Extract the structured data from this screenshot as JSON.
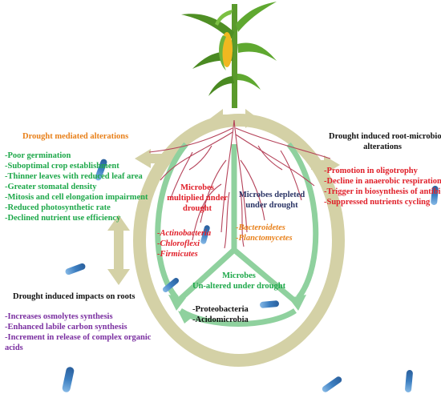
{
  "left_alterations": {
    "title": "Drought mediated alterations",
    "items": [
      "-Poor germination",
      "-Suboptimal crop establishment",
      "-Thinner leaves with reduced leaf area",
      "-Greater stomatal density",
      "-Mitosis and cell elongation impairment",
      "-Reduced photosynthetic rate",
      "-Declined nutrient use efficiency"
    ]
  },
  "root_impacts": {
    "title": "Drought induced impacts on roots",
    "items": [
      "-Increases osmolytes synthesis",
      "-Enhanced labile carbon synthesis",
      "-Increment in release of complex organic",
      "acids"
    ]
  },
  "microbiome_alterations": {
    "title_line1": "Drought induced root-microbiome",
    "title_line2": "alterations",
    "items": [
      "-Promotion in oligotrophy",
      "-Decline in anaerobic respiration",
      "-Trigger in biosynthesis of antibiotics",
      "-Suppressed nutrients cycling"
    ]
  },
  "segments": {
    "multiplied": {
      "title": [
        "Microbes",
        "multiplied under",
        "drought"
      ],
      "taxa": [
        "-Actinobacteria",
        "-Chloroflexi",
        "-Firmicutes"
      ]
    },
    "depleted": {
      "title": [
        "Microbes depleted",
        "under drought"
      ],
      "taxa": [
        "-Bacteroidetes",
        "-Planctomycetes"
      ]
    },
    "unaltered": {
      "title": [
        "Microbes",
        "Un-altered under drought"
      ],
      "taxa": [
        "-Proteobacteria",
        "-Acidomicrobia"
      ]
    }
  },
  "colors": {
    "ring": "#d4d1a6",
    "arrow": "#8fd19e",
    "orange_text": "#e8801a",
    "green_text": "#1ea84a",
    "red_text": "#e0202a",
    "purple_text": "#7a2fa0",
    "root": "#b5435a",
    "bacterium": "#3d7fc1"
  },
  "icons": {
    "plant": "maize-plant-icon",
    "bacterium": "bacterium-icon",
    "double_arrow": "double-arrow-icon"
  }
}
